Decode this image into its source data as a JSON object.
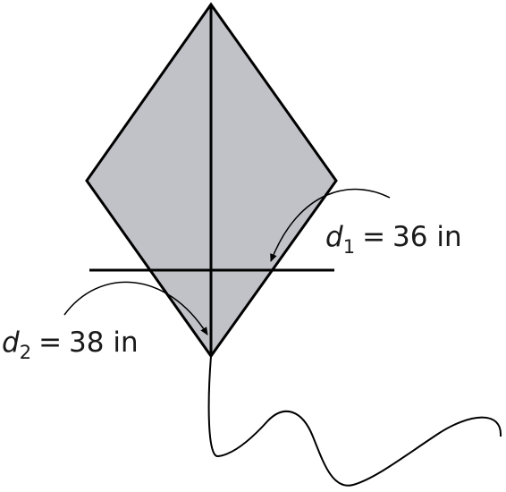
{
  "labels": {
    "d1": {
      "variable": "d",
      "subscript": "1",
      "relation": "=",
      "value": "36 in"
    },
    "d2": {
      "variable": "d",
      "subscript": "2",
      "relation": "=",
      "value": "38 in"
    }
  },
  "colors": {
    "kite_fill": "#c0c2c8",
    "stroke": "#000000",
    "text": "#1a1a1a"
  }
}
